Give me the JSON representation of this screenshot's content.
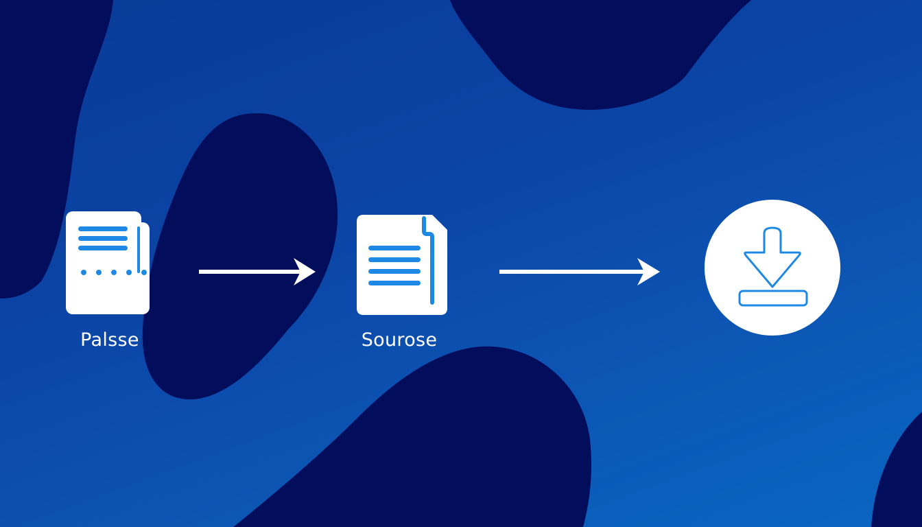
{
  "colors": {
    "background": "#0b4aa8",
    "blob": "#020d5c",
    "icon_fill": "#ffffff",
    "icon_accent": "#1e88e5",
    "text": "#ffffff"
  },
  "flow": {
    "steps": [
      {
        "id": "step-1",
        "label": "Palsse",
        "icon": "document-dotted-icon"
      },
      {
        "id": "step-2",
        "label": "Sourose",
        "icon": "document-lines-icon"
      },
      {
        "id": "step-3",
        "label": "",
        "icon": "download-icon"
      }
    ],
    "connectors": [
      {
        "from": "step-1",
        "to": "step-2",
        "icon": "arrow-right-icon"
      },
      {
        "from": "step-2",
        "to": "step-3",
        "icon": "arrow-right-icon"
      }
    ]
  }
}
